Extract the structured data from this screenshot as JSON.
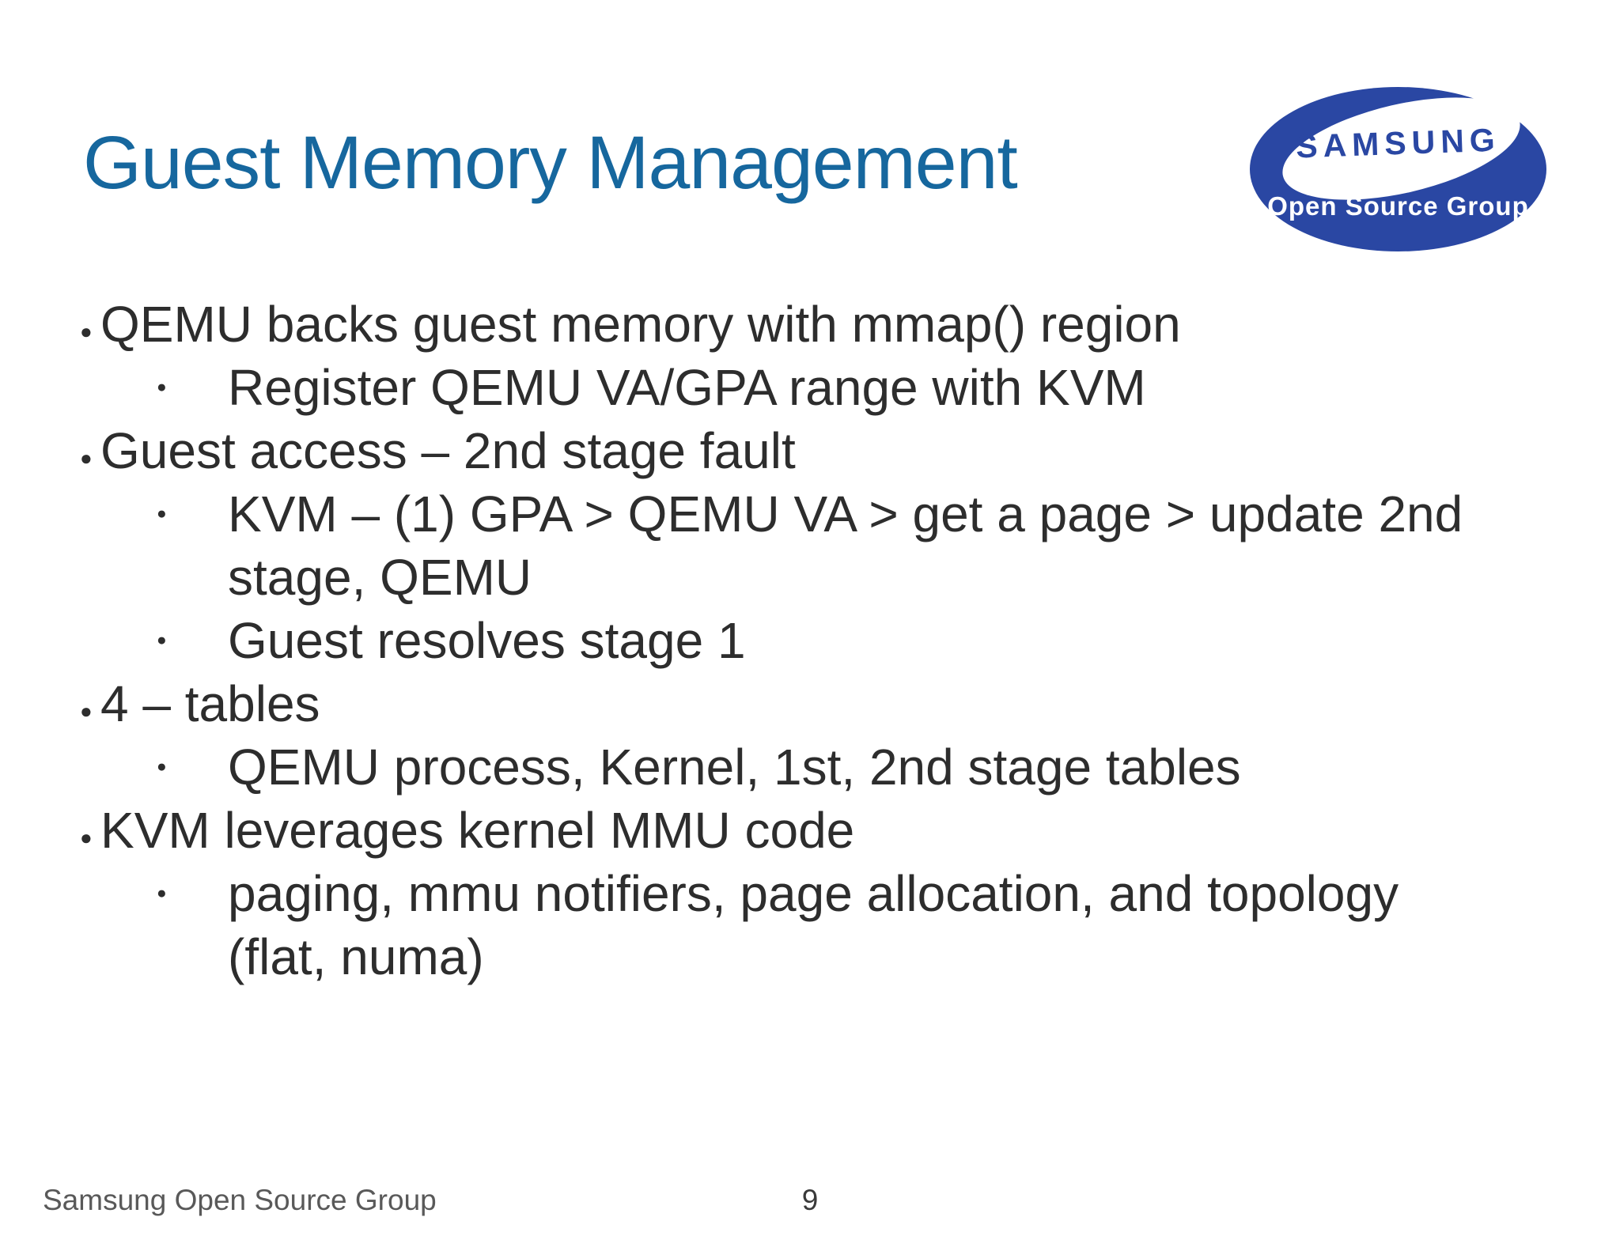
{
  "slide": {
    "title": "Guest Memory Management",
    "logo": {
      "brand": "SAMSUNG",
      "subtitle": "Open Source Group"
    },
    "bullets": [
      {
        "level": 1,
        "text": "QEMU backs guest memory with mmap() region"
      },
      {
        "level": 2,
        "text": "Register QEMU VA/GPA range with KVM"
      },
      {
        "level": 1,
        "text": "Guest access – 2nd stage fault"
      },
      {
        "level": 2,
        "text": "KVM – (1) GPA > QEMU VA > get a page > update 2nd stage, QEMU"
      },
      {
        "level": 2,
        "text": "Guest resolves stage 1"
      },
      {
        "level": 1,
        "text": "4 – tables"
      },
      {
        "level": 2,
        "text": "QEMU process, Kernel, 1st, 2nd stage tables"
      },
      {
        "level": 1,
        "text": "KVM leverages kernel MMU code"
      },
      {
        "level": 2,
        "text": "paging, mmu notifiers, page allocation, and topology (flat, numa)"
      }
    ],
    "footer": "Samsung Open Source Group",
    "page_number": "9",
    "colors": {
      "title": "#16679e",
      "logo_blue": "#2a47a3",
      "body_text": "#2d2d2d",
      "footer_text": "#595959",
      "background": "#ffffff"
    }
  }
}
